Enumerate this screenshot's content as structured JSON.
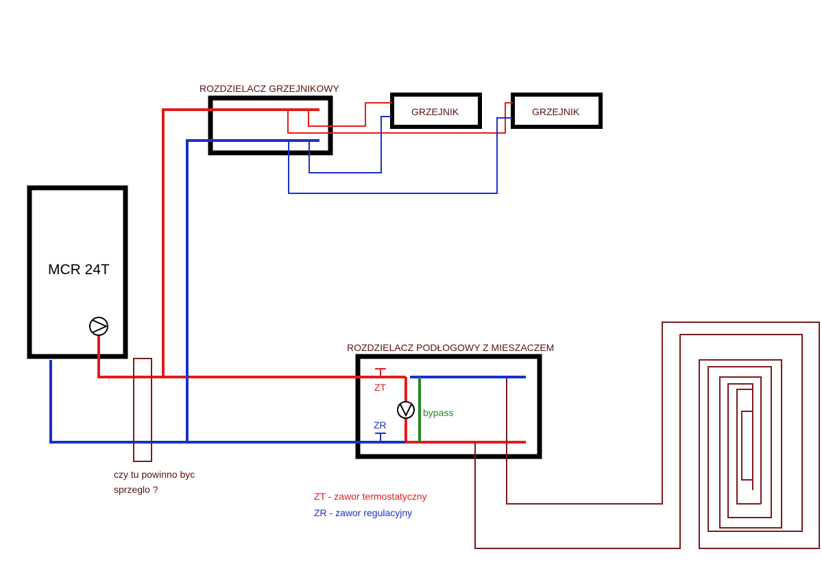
{
  "labels": {
    "boiler": "MCR 24T",
    "radiator_manifold": "ROZDZIELACZ GRZEJNIKOWY",
    "radiator_1": "GRZEJNIK",
    "radiator_2": "GRZEJNIK",
    "floor_manifold": "ROZDZIELACZ PODŁOGOWY Z MIESZACZEM",
    "zt": "ZT",
    "zr": "ZR",
    "bypass": "bypass",
    "question_line1": "czy tu powinno byc",
    "question_line2": "sprzeglo ?",
    "legend_zt": "ZT - zawor termostatyczny",
    "legend_zr": "ZR - zawor regulacyjny"
  },
  "colors": {
    "supply": "#e31b1b",
    "return": "#1a2fc8",
    "loop": "#7a1a1a",
    "box": "#000000",
    "bypass": "#1f8a1f",
    "label": "#5a1010"
  }
}
